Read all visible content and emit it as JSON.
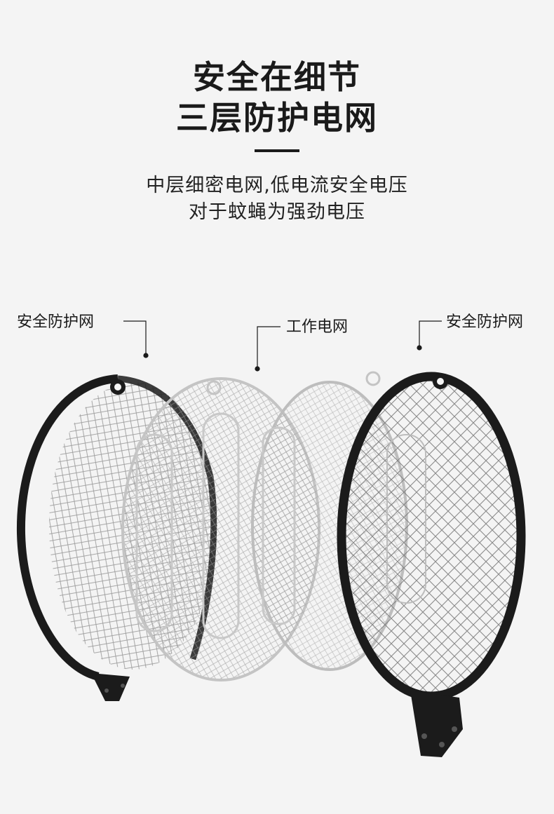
{
  "heading": {
    "line1": "安全在细节",
    "line2": "三层防护电网"
  },
  "description": {
    "line1": "中层细密电网,低电流安全电压",
    "line2": "对于蚊蝇为强劲电压"
  },
  "labels": {
    "left": "安全防护网",
    "middle": "工作电网",
    "right": "安全防护网"
  },
  "colors": {
    "background": "#f4f4f4",
    "frame": "#1b1b1b",
    "mesh": "#8a8a8a",
    "clear_frame": "#c9c9c9"
  }
}
